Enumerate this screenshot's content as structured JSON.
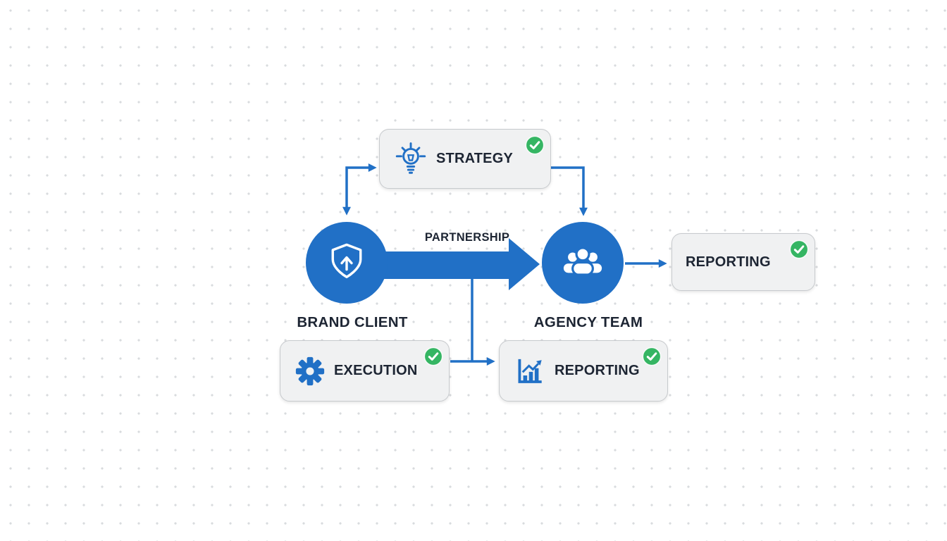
{
  "diagram": {
    "colors": {
      "blue": "#2170c6",
      "green": "#35b563",
      "boxBg": "#f0f1f2",
      "boxBorder": "#c7cacd",
      "text": "#1d2533",
      "dot": "#d9dbde"
    },
    "nodes": {
      "strategy": {
        "label": "STRATEGY",
        "icon": "lightbulb-icon",
        "status": "complete"
      },
      "brand_client": {
        "label": "BRAND CLIENT",
        "icon": "shield-up-arrow-icon"
      },
      "agency_team": {
        "label": "AGENCY TEAM",
        "icon": "team-icon"
      },
      "reporting_right": {
        "label": "REPORTING",
        "status": "complete"
      },
      "execution": {
        "label": "EXECUTION",
        "icon": "gear-icon",
        "status": "complete"
      },
      "reporting_bottom": {
        "label": "REPORTING",
        "icon": "bar-chart-icon",
        "status": "complete"
      }
    },
    "edges": {
      "partnership_label": "PARTNERSHIP",
      "connections": [
        {
          "from": "brand_client",
          "to": "strategy",
          "style": "elbow",
          "bidirectional": true
        },
        {
          "from": "strategy",
          "to": "agency_team",
          "style": "elbow"
        },
        {
          "from": "brand_client",
          "to": "agency_team",
          "style": "thick-arrow",
          "label": "PARTNERSHIP"
        },
        {
          "from": "agency_team",
          "to": "reporting_right",
          "style": "straight"
        },
        {
          "from": "partnership_arrow",
          "to": "reporting_bottom",
          "style": "elbow"
        },
        {
          "from": "execution",
          "to": "reporting_bottom",
          "style": "straight"
        }
      ]
    }
  }
}
